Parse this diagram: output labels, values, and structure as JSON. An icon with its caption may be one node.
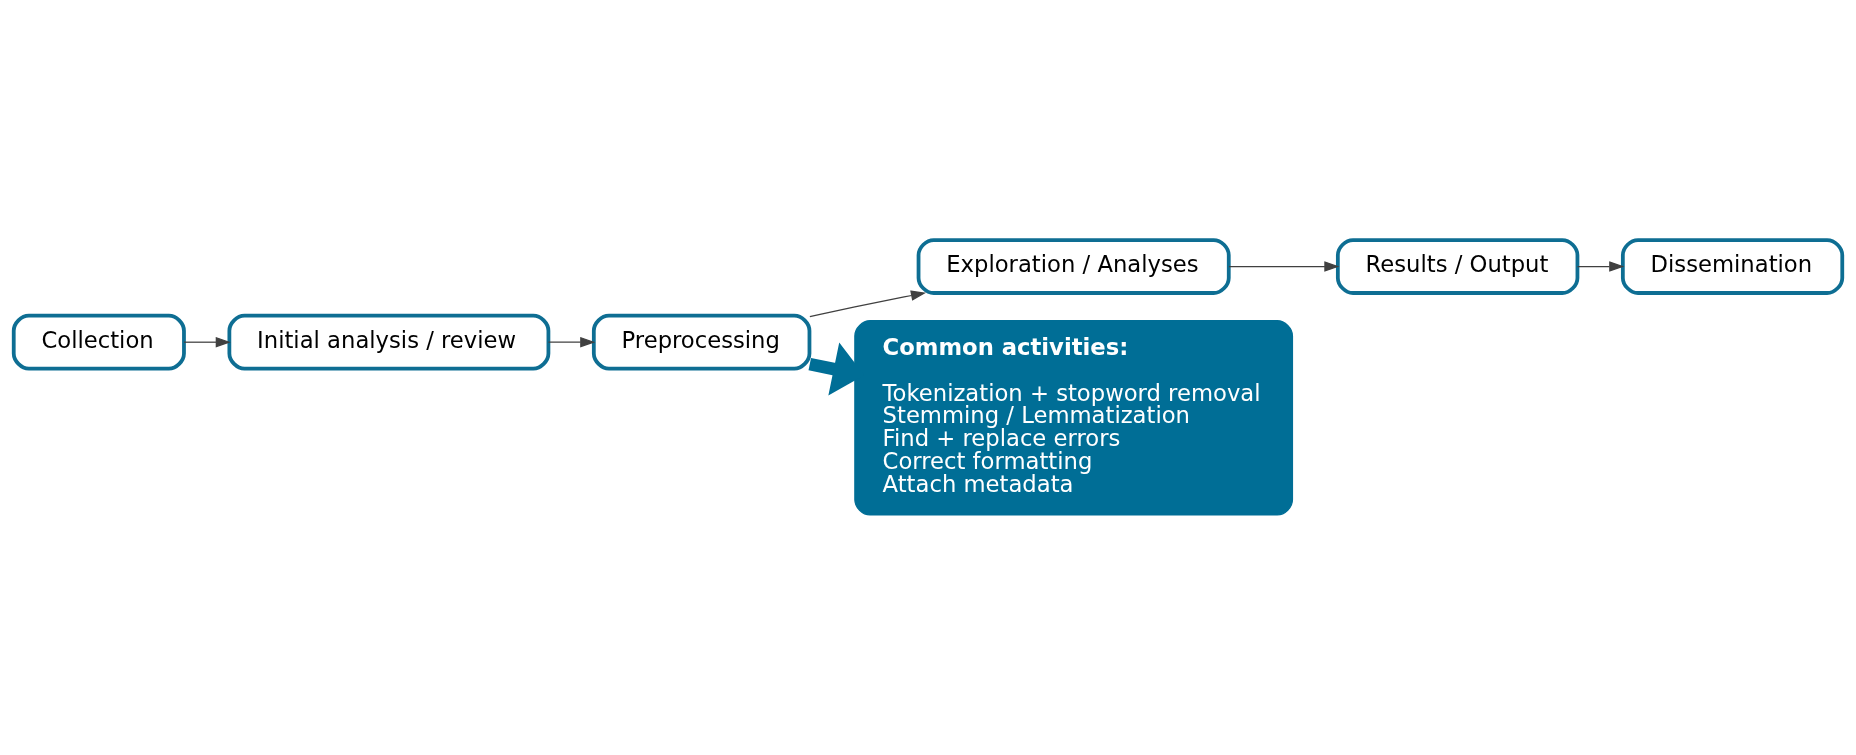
{
  "diagram": {
    "nodes": [
      {
        "text": [
          "Collection"
        ]
      },
      {
        "text": [
          "Initial analysis / review"
        ]
      },
      {
        "text": [
          "Preprocessing"
        ]
      },
      {
        "text": [
          "Exploration / Analyses"
        ]
      },
      {
        "text": [
          "Results / Output"
        ]
      },
      {
        "text": [
          "Dissemination"
        ]
      },
      {
        "text": [
          "Common activities:",
          "Tokenization + stopword removal",
          "Stemming / Lemmatization",
          "Find + replace errors",
          "Correct formatting",
          "Attach metadata"
        ]
      }
    ],
    "edges": [
      {
        "from": 0,
        "to": 1,
        "arrow": "to"
      },
      {
        "from": 1,
        "to": 2,
        "arrow": "to"
      },
      {
        "from": 2,
        "to": 3,
        "arrow": "to"
      },
      {
        "from": 3,
        "to": 4,
        "arrow": "to"
      },
      {
        "from": 4,
        "to": 5,
        "arrow": "to"
      },
      {
        "from": 2,
        "to": 6,
        "arrow": "to",
        "style": "thick",
        "color": "#006e96"
      }
    ]
  }
}
